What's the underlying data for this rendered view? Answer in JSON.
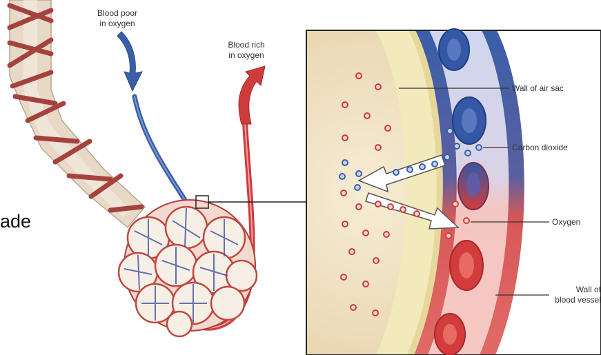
{
  "labels": {
    "blood_poor_line1": "Blood poor",
    "blood_poor_line2": "in oxygen",
    "blood_rich_line1": "Blood rich",
    "blood_rich_line2": "in oxygen",
    "wall_air_sac": "Wall of air sac",
    "carbon_dioxide": "Carbon dioxide",
    "oxygen": "Oxygen",
    "wall_vessel_line1": "Wall of",
    "wall_vessel_line2": "blood vessel",
    "cropped_text": "ade"
  },
  "colors": {
    "deoxygenated_blood": "#3a5fa8",
    "oxygenated_blood": "#cf3b3b",
    "air_sac_wall": "#f2e8b6",
    "alveolus_space": "#ead8b4",
    "bronchus_band": "#b04a45"
  }
}
